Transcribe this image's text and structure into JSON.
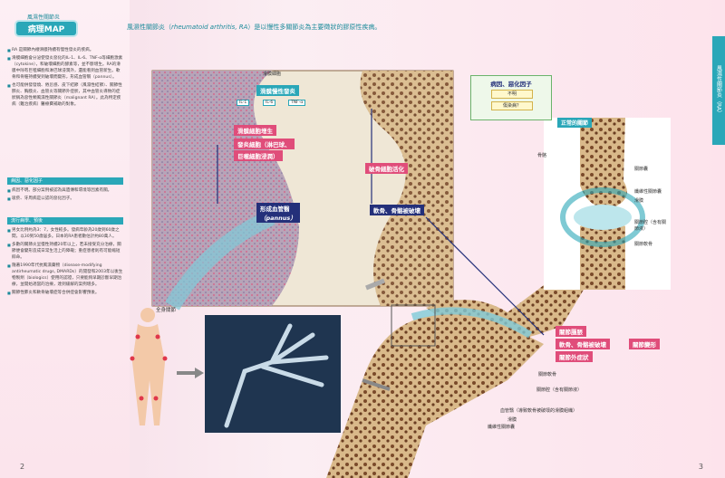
{
  "sidebar": {
    "chapter": "風濕性關節炎",
    "map_title": "病理MAP",
    "bullets1": [
      "RA 是關節內襯滑膜持續有慢性發炎的疾病。",
      "滑膜細胞會分泌使發炎惡化的IL-1、IL-6、TNF-α等細胞激素（cytokine），和破壞細胞的酵素等，並不斷增生。RA的滑膜中除有巨噬細胞和淋巴球浸潤外，還能看到血管新生。軟骨和骨骼持續受到破壞而變形，形成血管翳（pannus）。",
      "也可能併發發燒、倦怠感、皮下結節（風濕性結節）、關節性肺炎、胸膜炎、血管炎等關節外症狀，其中血管炎導致的症狀稱為惡性類風濕性關節炎（malignant RA）。此為特定疾病（難治疾病）醫療費補助的對象。"
    ],
    "section2": "病因、惡化因子",
    "bullets2": [
      "病因不明。部分案例被認為與遺傳和環境等因素有關。",
      "吸菸、牙周病是公認的惡化因子。"
    ],
    "section3": "流行病學、預後",
    "bullets3": [
      "男女比例約為3：7，女性較多。發病年齡為20歲到60歲之間，以30到50歲居多。日本的RA患者數估計約80萬人。",
      "多數的關節炎呈慢性持續20年以上，若未接受充分治療，關節便會變形造成日常生活上的障礙；重症患者則有可能縮短餘命。",
      "隨著1990年代抗風濕藥物（disease-modifying antirheumatic drugs, DMARDs）的開發和2003年以後生物製劑（biologics）使用的認證，只要能夠早期診斷早期治療，並開始適當的治療，達到緩解的案例增多。",
      "關節性肺炎和軟骨破壞症等合併症會影響預後。"
    ],
    "page_left": "2"
  },
  "header": {
    "text_pre": "風濕性關節炎（",
    "text_en": "rheumatoid arthritis, RA",
    "text_post": "）是以慢性多關節炎為主要徵狀的膠原性疾病。"
  },
  "tab": {
    "label": "風濕性關節炎（RA）"
  },
  "page_right": "3",
  "diagram": {
    "top_label": "滑膜細胞",
    "chronic": "滑膜慢性發炎",
    "cytokines": [
      "IL-1",
      "IL-6",
      "TNF-α"
    ],
    "prolif1": "滑膜細胞增生",
    "prolif2": "發炎細胞（淋巴球、",
    "prolif3": "巨噬細胞浸潤）",
    "osteoclast": "破骨細胞活化",
    "pannus1": "形成血管翳",
    "pannus2": "（pannus）",
    "destruction": "軟骨、骨骼被破壞",
    "risk_title": "病因、惡化因子",
    "risk_items": [
      "不明",
      "傷染病？"
    ],
    "normal_title": "正常的關節",
    "normal_labels": [
      "骨骼",
      "關節囊",
      "纖維性關節囊",
      "滑膜",
      "關節腔（含有關節液）",
      "關節軟骨"
    ],
    "whole_body": "全身關節",
    "results": [
      "關節腫脹",
      "軟骨、骨骼被破壞",
      "關節外症狀"
    ],
    "deform": "關節變形",
    "bottom_labels": [
      "關節軟骨",
      "關節腔（含有關節液）",
      "血管翳（導致軟骨被破壞的滑膜組織）",
      "滑膜",
      "纖維性關節囊"
    ]
  },
  "colors": {
    "accent": "#2aa7b8",
    "red_box": "#e04d7a",
    "navy_box": "#24307a"
  }
}
